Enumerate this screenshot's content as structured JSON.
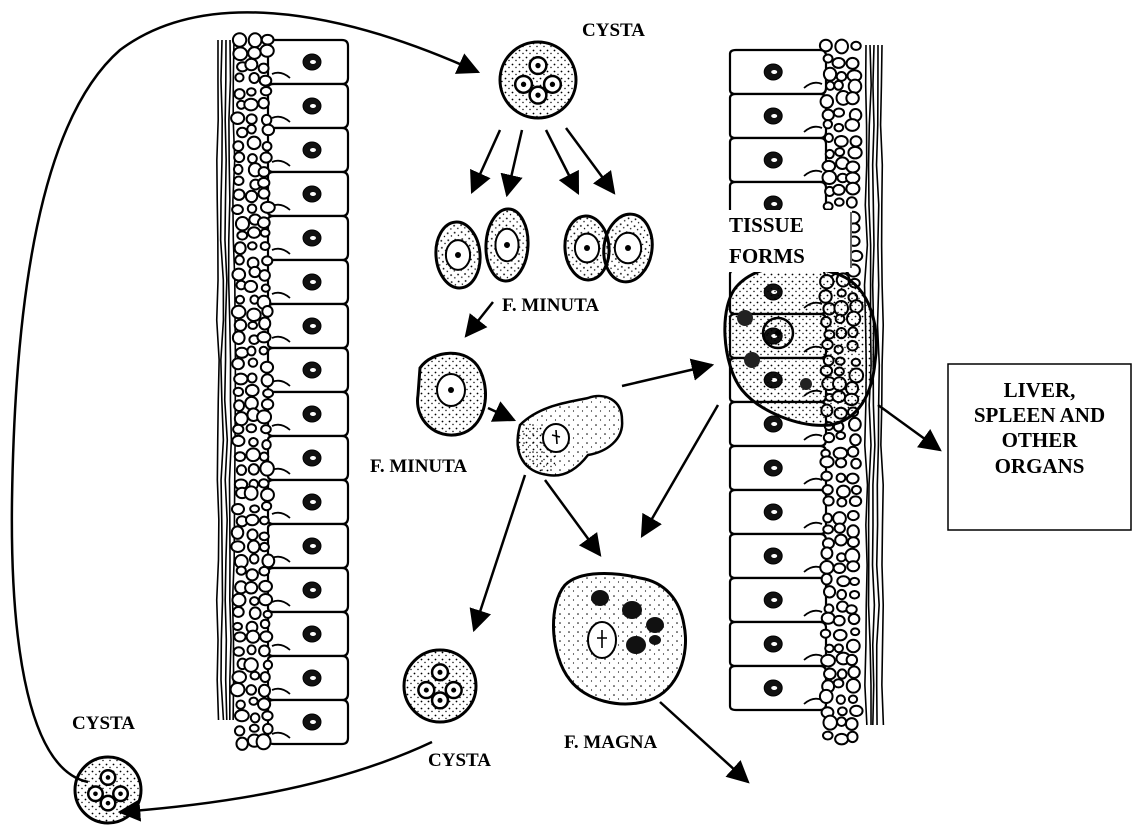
{
  "labels": {
    "cysta_top": "CYSTA",
    "f_minuta_1": "F. MINUTA",
    "f_minuta_2": "F. MINUTA",
    "tissue_forms_line1": "TISSUE",
    "tissue_forms_line2": "FORMS",
    "organs_line1": "LIVER,",
    "organs_line2": "SPLEEN AND",
    "organs_line3": "OTHER",
    "organs_line4": "ORGANS",
    "cysta_bottom_mid": "CYSTA",
    "cysta_bottom_left": "CYSTA",
    "f_magna": "F. MAGNA"
  }
}
